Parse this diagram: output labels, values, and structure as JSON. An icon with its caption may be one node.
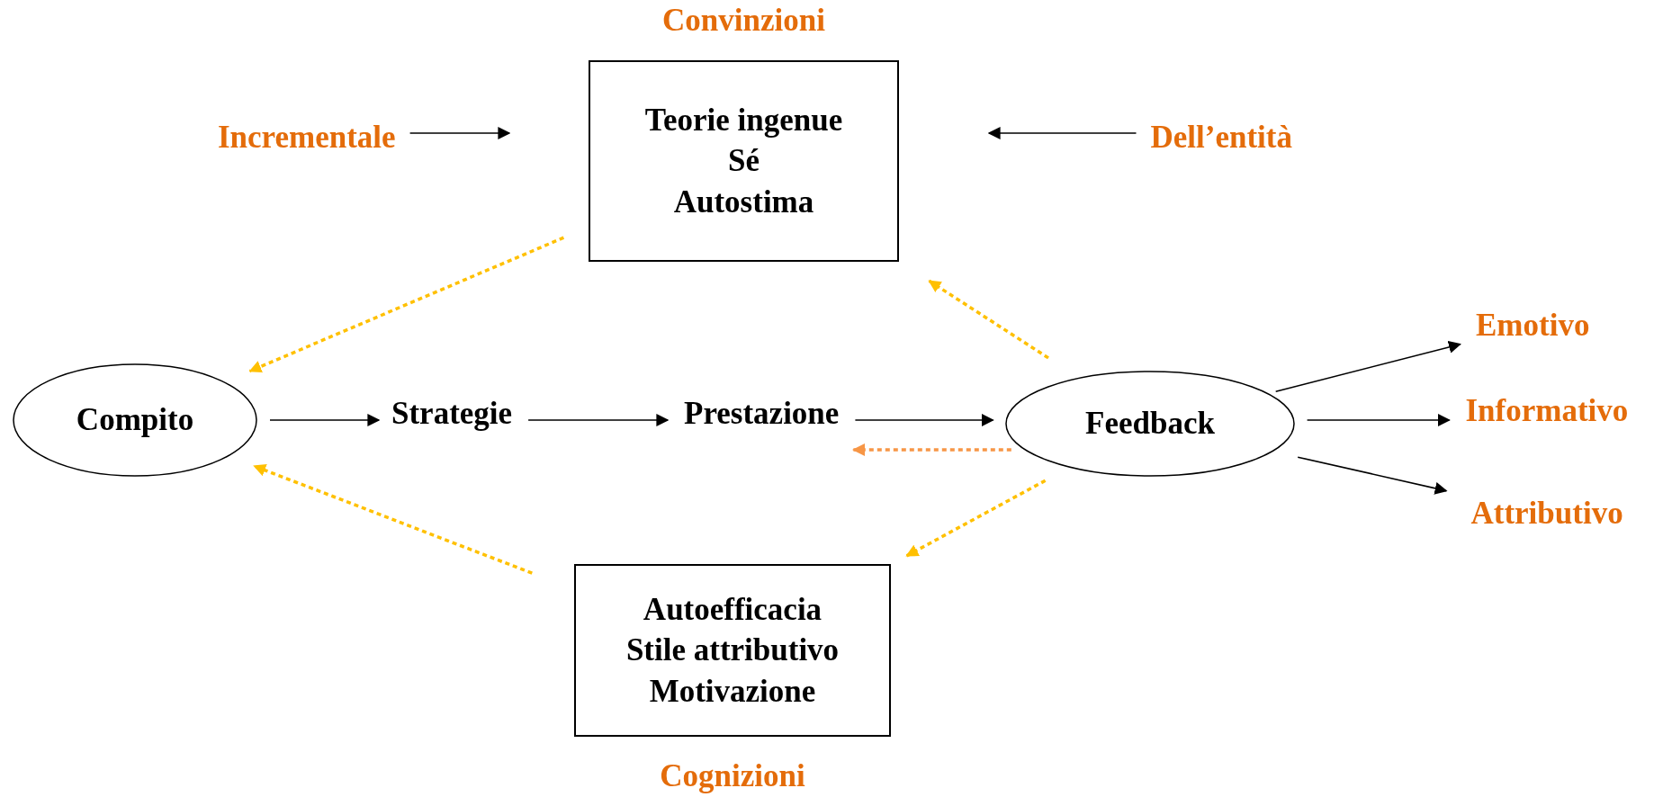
{
  "diagram": {
    "nodes": [
      {
        "text": [
          "Convinzioni",
          "Teorie ingenue",
          "Sé",
          "Autostima"
        ]
      },
      {
        "text": [
          "Incrementale"
        ]
      },
      {
        "text": [
          "Dell’entità"
        ]
      },
      {
        "text": [
          "Compito"
        ]
      },
      {
        "text": [
          "Strategie"
        ]
      },
      {
        "text": [
          "Prestazione"
        ]
      },
      {
        "text": [
          "Feedback"
        ]
      },
      {
        "text": [
          "Emotivo"
        ]
      },
      {
        "text": [
          "Informativo"
        ]
      },
      {
        "text": [
          "Attributivo"
        ]
      },
      {
        "text": [
          "Autoefficacia",
          "Stile attributivo",
          "Motivazione",
          "Cognizioni"
        ]
      }
    ],
    "edges": [
      {
        "from": 1,
        "to": 0,
        "arrow": "to"
      },
      {
        "from": 2,
        "to": 0,
        "arrow": "to"
      },
      {
        "from": 0,
        "to": 3,
        "arrow": "to",
        "style": "dashed",
        "color": "#ffc000"
      },
      {
        "from": 6,
        "to": 0,
        "arrow": "to",
        "style": "dashed",
        "color": "#ffc000"
      },
      {
        "from": 3,
        "to": 4,
        "arrow": "to"
      },
      {
        "from": 4,
        "to": 5,
        "arrow": "to"
      },
      {
        "from": 5,
        "to": 6,
        "arrow": "to"
      },
      {
        "from": 6,
        "to": 5,
        "arrow": "to",
        "style": "dashed",
        "color": "#f79646"
      },
      {
        "from": 6,
        "to": 7,
        "arrow": "to"
      },
      {
        "from": 6,
        "to": 8,
        "arrow": "to"
      },
      {
        "from": 6,
        "to": 9,
        "arrow": "to"
      },
      {
        "from": 6,
        "to": 10,
        "arrow": "to",
        "style": "dashed",
        "color": "#ffc000"
      },
      {
        "from": 10,
        "to": 3,
        "arrow": "to",
        "style": "dashed",
        "color": "#ffc000"
      }
    ]
  }
}
